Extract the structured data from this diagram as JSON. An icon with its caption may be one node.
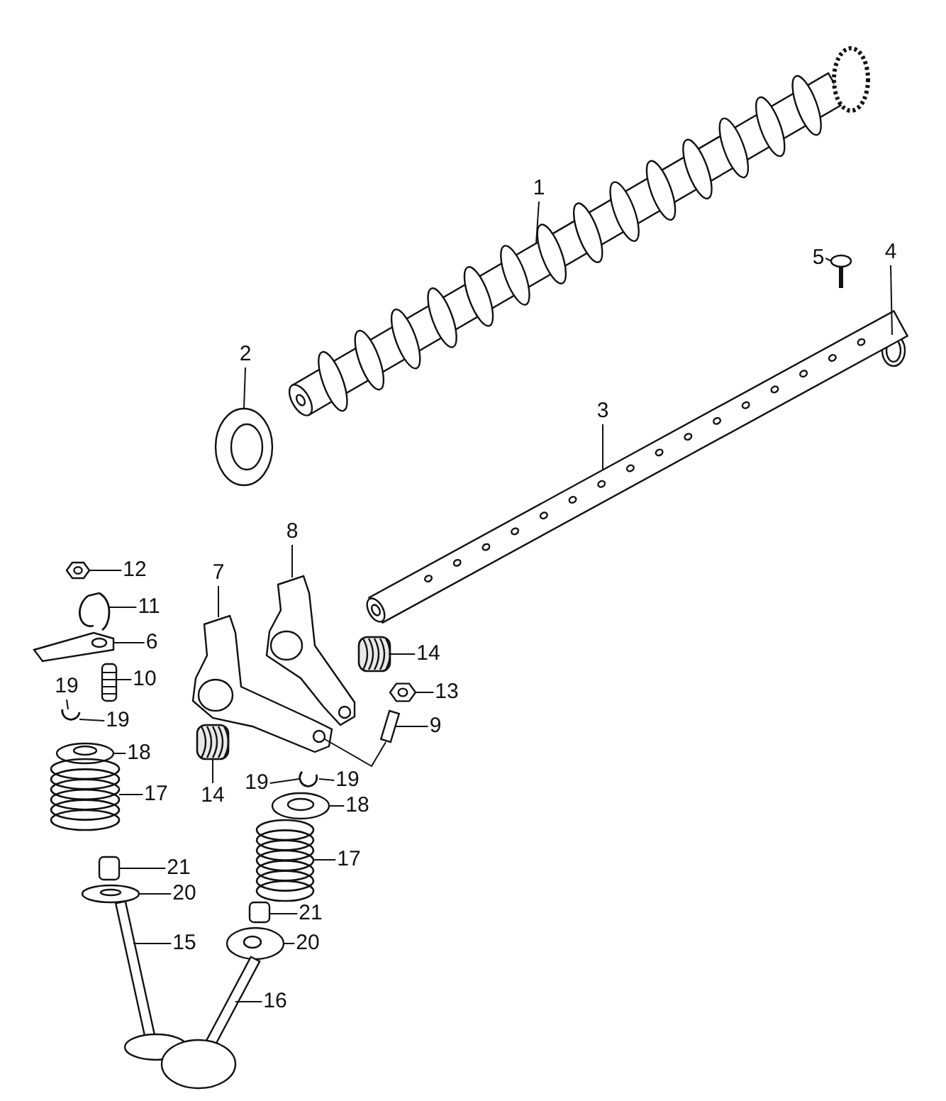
{
  "diagram": {
    "nodes": [
      {
        "text": [
          "1"
        ]
      },
      {
        "text": [],
        "shape": "picture"
      },
      {
        "text": [
          "5"
        ]
      },
      {
        "text": [],
        "shape": "picture"
      },
      {
        "text": [
          "4"
        ]
      },
      {
        "text": [],
        "shape": "picture"
      },
      {
        "text": [
          "2"
        ]
      },
      {
        "text": [],
        "shape": "picture"
      },
      {
        "text": [
          "3"
        ]
      },
      {
        "text": [],
        "shape": "picture"
      },
      {
        "text": [
          "8"
        ]
      },
      {
        "text": [],
        "shape": "picture"
      },
      {
        "text": [
          "12"
        ]
      },
      {
        "text": [],
        "shape": "picture"
      },
      {
        "text": [
          "7"
        ]
      },
      {
        "text": [],
        "shape": "picture"
      },
      {
        "text": [
          "11"
        ]
      },
      {
        "text": [],
        "shape": "picture"
      },
      {
        "text": [
          "6"
        ]
      },
      {
        "text": [],
        "shape": "picture"
      },
      {
        "text": [
          "14"
        ]
      },
      {
        "text": [],
        "shape": "picture"
      },
      {
        "text": [
          "10"
        ]
      },
      {
        "text": [],
        "shape": "picture"
      },
      {
        "text": [
          "19"
        ]
      },
      {
        "text": [],
        "shape": "picture"
      },
      {
        "text": [
          "13"
        ]
      },
      {
        "text": [],
        "shape": "picture"
      },
      {
        "text": [
          "19"
        ]
      },
      {
        "text": [],
        "shape": "picture"
      },
      {
        "text": [
          "9"
        ]
      },
      {
        "text": [],
        "shape": "picture"
      },
      {
        "text": [
          "18"
        ]
      },
      {
        "text": [],
        "shape": "picture"
      },
      {
        "text": [
          "19"
        ]
      },
      {
        "text": [],
        "shape": "picture"
      },
      {
        "text": [
          "19"
        ]
      },
      {
        "text": [],
        "shape": "picture"
      },
      {
        "text": [
          "14"
        ]
      },
      {
        "text": [],
        "shape": "picture"
      },
      {
        "text": [
          "17"
        ]
      },
      {
        "text": [],
        "shape": "picture"
      },
      {
        "text": [
          "18"
        ]
      },
      {
        "text": [],
        "shape": "picture"
      },
      {
        "text": [
          "17"
        ]
      },
      {
        "text": [],
        "shape": "picture"
      },
      {
        "text": [
          "21"
        ]
      },
      {
        "text": [],
        "shape": "picture"
      },
      {
        "text": [
          "20"
        ]
      },
      {
        "text": [],
        "shape": "picture"
      },
      {
        "text": [
          "21"
        ]
      },
      {
        "text": [],
        "shape": "picture"
      },
      {
        "text": [
          "20"
        ]
      },
      {
        "text": [],
        "shape": "picture"
      },
      {
        "text": [
          "15"
        ]
      },
      {
        "text": [],
        "shape": "picture"
      },
      {
        "text": [
          "16"
        ]
      },
      {
        "text": [],
        "shape": "picture"
      }
    ],
    "edges": [
      {
        "from": 0,
        "to": 1,
        "arrow": "none"
      },
      {
        "from": 2,
        "to": 3,
        "arrow": "none"
      },
      {
        "from": 4,
        "to": 5,
        "arrow": "none"
      },
      {
        "from": 6,
        "to": 7,
        "arrow": "none"
      },
      {
        "from": 8,
        "to": 9,
        "arrow": "none"
      },
      {
        "from": 10,
        "to": 11,
        "arrow": "none"
      },
      {
        "from": 12,
        "to": 13,
        "arrow": "none"
      },
      {
        "from": 14,
        "to": 15,
        "arrow": "none"
      },
      {
        "from": 16,
        "to": 17,
        "arrow": "none"
      },
      {
        "from": 18,
        "to": 19,
        "arrow": "none"
      },
      {
        "from": 20,
        "to": 21,
        "arrow": "none"
      },
      {
        "from": 22,
        "to": 23,
        "arrow": "none"
      },
      {
        "from": 24,
        "to": 25,
        "arrow": "none"
      },
      {
        "from": 26,
        "to": 27,
        "arrow": "none"
      },
      {
        "from": 28,
        "to": 29,
        "arrow": "none"
      },
      {
        "from": 30,
        "to": 31,
        "arrow": "none"
      },
      {
        "from": 32,
        "to": 33,
        "arrow": "none"
      },
      {
        "from": 34,
        "to": 35,
        "arrow": "none"
      },
      {
        "from": 36,
        "to": 37,
        "arrow": "none"
      },
      {
        "from": 38,
        "to": 39,
        "arrow": "none"
      },
      {
        "from": 40,
        "to": 41,
        "arrow": "none"
      },
      {
        "from": 42,
        "to": 43,
        "arrow": "none"
      },
      {
        "from": 44,
        "to": 45,
        "arrow": "none"
      },
      {
        "from": 46,
        "to": 47,
        "arrow": "none"
      },
      {
        "from": 48,
        "to": 49,
        "arrow": "none"
      },
      {
        "from": 50,
        "to": 51,
        "arrow": "none"
      },
      {
        "from": 52,
        "to": 53,
        "arrow": "none"
      },
      {
        "from": 54,
        "to": 55,
        "arrow": "none"
      },
      {
        "from": 56,
        "to": 57,
        "arrow": "none"
      },
      {
        "from": 15,
        "to": 31,
        "arrow": "none"
      }
    ]
  }
}
